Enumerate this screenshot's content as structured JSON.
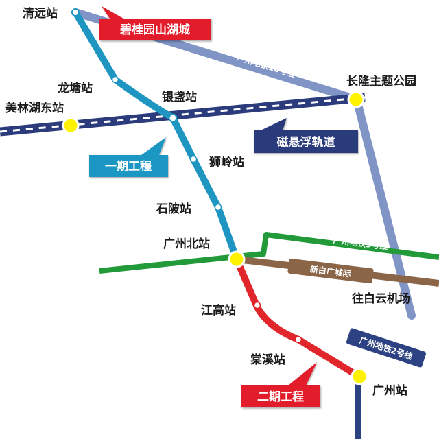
{
  "stations": {
    "qingyuan": "清远站",
    "longtang": "龙塘站",
    "yinzhan": "银盏站",
    "meilin_hudong": "美林湖东站",
    "shiling": "狮岭站",
    "shipo": "石陂站",
    "guangzhou_north": "广州北站",
    "jianggao": "江高站",
    "tangxi": "棠溪站",
    "guangzhou": "广州站",
    "changlong": "长隆主题公园",
    "baiyun_airport": "往白云机场"
  },
  "lines": {
    "metro18": "广州地铁18号线",
    "metro9": "广州地铁9号线",
    "metro2": "广州地铁2号线",
    "xinbai": "新白广城际"
  },
  "callouts": {
    "biguiyuan": "碧桂园山湖城",
    "maglev": "磁悬浮轨道",
    "phase1": "一期工程",
    "phase2": "二期工程"
  },
  "colors": {
    "phase1_line": "#1f96c2",
    "phase2_line": "#e0262a",
    "metro18": "#8094c6",
    "maglev": "#2b3b7c",
    "metro9": "#229a3a",
    "xinbai": "#8b6548",
    "metro2": "#2c4282"
  }
}
